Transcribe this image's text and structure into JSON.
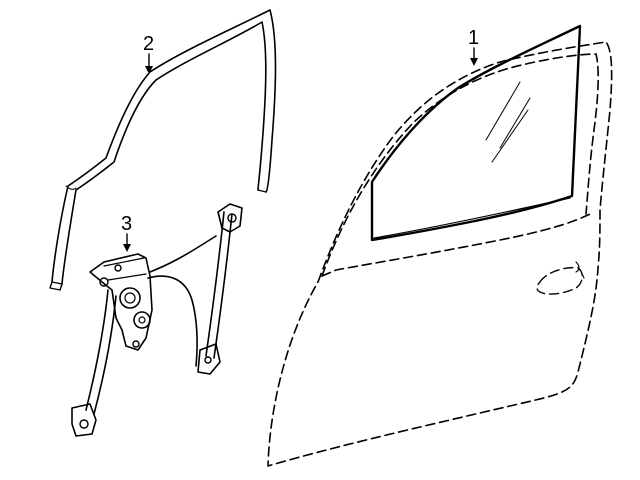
{
  "diagram": {
    "callouts": [
      {
        "id": "1",
        "label": "1",
        "part": "door-glass"
      },
      {
        "id": "2",
        "label": "2",
        "part": "glass-run-channel"
      },
      {
        "id": "3",
        "label": "3",
        "part": "window-regulator"
      }
    ],
    "colors": {
      "line": "#000000",
      "background": "#ffffff"
    }
  }
}
